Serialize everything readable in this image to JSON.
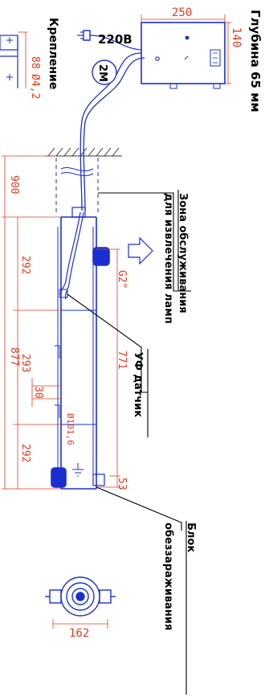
{
  "labels": {
    "depth_note": "Глубина 65 мм",
    "mount": "Крепление",
    "voltage": "220В",
    "cable_length": "2М",
    "service_zone_line1": "Зона обслуживания",
    "service_zone_line2": "для извлечения ламп",
    "uv_sensor": "УФ датчик",
    "unit_line1": "Блок",
    "unit_line2": "обеззараживания"
  },
  "dims": {
    "box_width": "250",
    "box_depth": "140",
    "mount_88": "88",
    "mount_hole": "Ø4,2",
    "service_900": "900",
    "total_877": "877",
    "pitch_292a": "292",
    "pitch_293": "293",
    "pitch_292b": "292",
    "inner_771": "771",
    "thread": "G2\"",
    "small_30": "30",
    "diameter": "Ø101,6",
    "bottom_53": "53",
    "end_162": "162"
  },
  "colors": {
    "outline": "#1a2fcf",
    "dimension": "#e03c20",
    "text": "#000000",
    "hatch": "#333333"
  }
}
